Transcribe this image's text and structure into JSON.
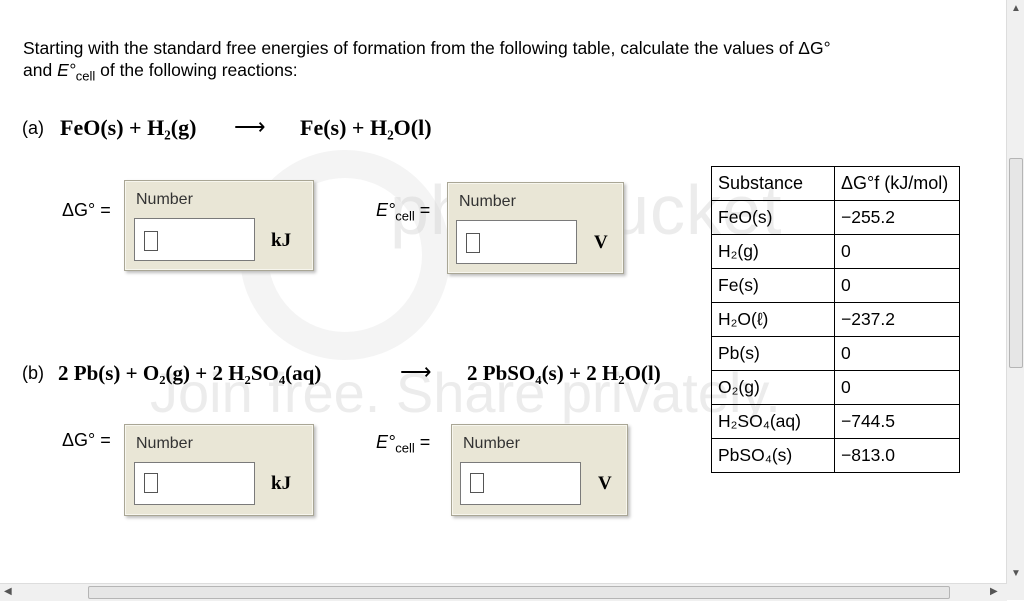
{
  "question": {
    "line1": "Starting with the standard free energies of formation from the following table, calculate the values of ΔG°",
    "line2_and": "and ",
    "line2_E": "E°",
    "line2_cell": "cell",
    "line2_rest": " of the following reactions:"
  },
  "part_a": {
    "label": "(a)",
    "reactants": "FeO(s) + H₂(g)",
    "arrow": "⟶",
    "products": "Fe(s) + H₂O(l)",
    "dg_label": "ΔG° =",
    "dg_box_title": "Number",
    "dg_value": "",
    "dg_unit": "kJ",
    "e_label_E": "E°",
    "e_label_sub": "cell",
    "e_label_eq": " =",
    "e_box_title": "Number",
    "e_value": "",
    "e_unit": "V"
  },
  "part_b": {
    "label": "(b)",
    "reactants": "2 Pb(s) + O₂(g) + 2 H₂SO₄(aq)",
    "arrow": "⟶",
    "products": "2 PbSO₄(s) + 2 H₂O(l)",
    "dg_label": "ΔG° =",
    "dg_box_title": "Number",
    "dg_value": "",
    "dg_unit": "kJ",
    "e_label_E": "E°",
    "e_label_sub": "cell",
    "e_label_eq": " =",
    "e_box_title": "Number",
    "e_value": "",
    "e_unit": "V"
  },
  "table": {
    "headers": [
      "Substance",
      "ΔG°f (kJ/mol)"
    ],
    "rows": [
      [
        "FeO(s)",
        "−255.2"
      ],
      [
        "H₂(g)",
        "0"
      ],
      [
        "Fe(s)",
        "0"
      ],
      [
        "H₂O(ℓ)",
        "−237.2"
      ],
      [
        "Pb(s)",
        "0"
      ],
      [
        "O₂(g)",
        "0"
      ],
      [
        "H₂SO₄(aq)",
        "−744.5"
      ],
      [
        "PbSO₄(s)",
        "−813.0"
      ]
    ]
  },
  "watermark": {
    "text1": "photobucket",
    "text2": "Join free. Share privately."
  }
}
